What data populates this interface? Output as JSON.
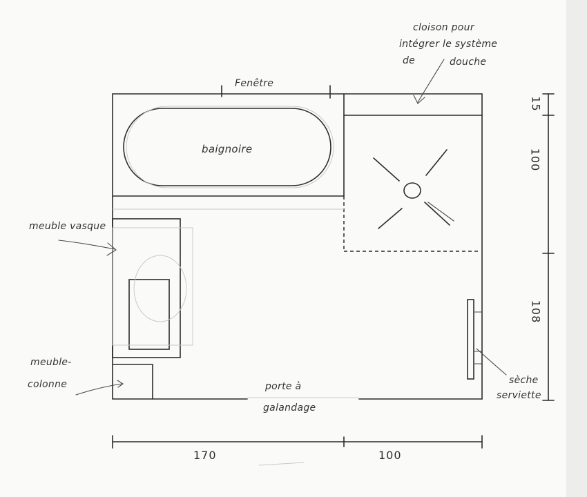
{
  "labels": {
    "window": "Fenêtre",
    "partition_line1": "cloison pour",
    "partition_line2": "intégrer le système",
    "partition_line3_a": "de",
    "partition_line3_b": "douche",
    "bathtub": "baignoire",
    "vanity": "meuble vasque",
    "column_line1": "meuble-",
    "column_line2": "colonne",
    "door_line1": "porte à",
    "door_line2": "galandage",
    "towel_line1": "sèche",
    "towel_line2": "serviette"
  },
  "dimensions": {
    "bottom_left": "170",
    "bottom_right": "100",
    "right_top": "15",
    "right_mid": "100",
    "right_bottom": "108"
  }
}
